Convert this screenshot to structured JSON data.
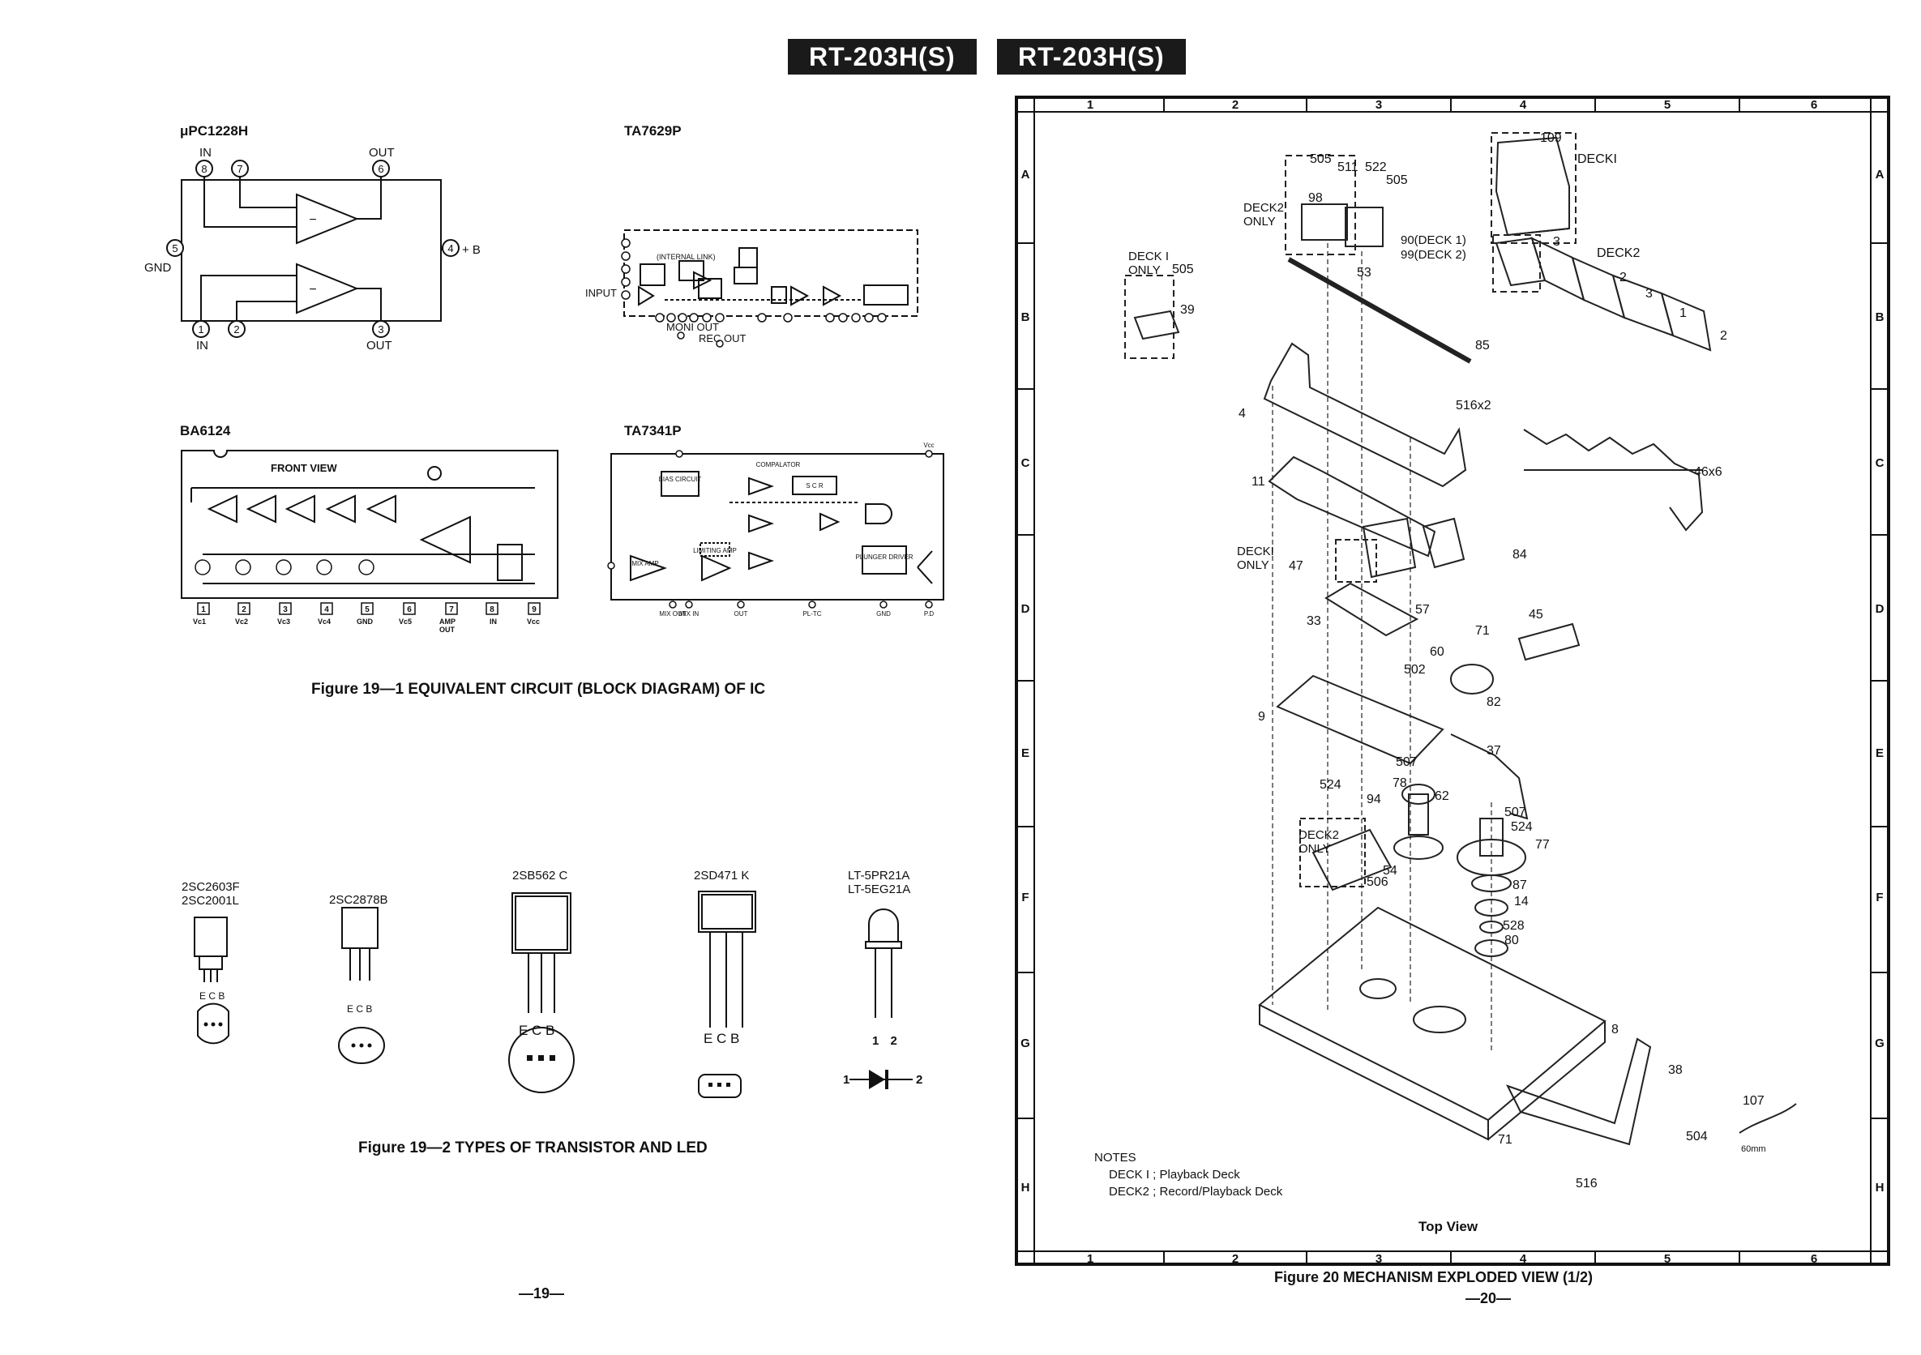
{
  "header": {
    "left_model": "RT-203H(S)",
    "right_model": "RT-203H(S)"
  },
  "left_page": {
    "ic1": {
      "name": "μPC1228H",
      "pins_top": [
        "IN",
        "OUT"
      ],
      "pin_numbers_top": [
        "8",
        "7",
        "6"
      ],
      "pin_numbers_bottom": [
        "1",
        "2",
        "3"
      ],
      "pins_bottom": [
        "IN",
        "OUT"
      ],
      "gnd_label": "GND",
      "gnd_pin": "5",
      "vplus_pin": "4",
      "vplus_label": "+ B"
    },
    "ic2": {
      "name": "TA7629P",
      "internal_label": "(INTERNAL LINK)",
      "input_label": "INPUT",
      "moni_out": "MONI OUT",
      "rec_out": "REC OUT"
    },
    "ic3": {
      "name": "BA6124",
      "front_view": "FRONT VIEW",
      "pins": [
        "Vc1",
        "Vc2",
        "Vc3",
        "Vc4",
        "GND",
        "Vc5",
        "AMP OUT",
        "IN",
        "Vcc"
      ],
      "pin_numbers": [
        "1",
        "2",
        "3",
        "4",
        "5",
        "6",
        "7",
        "8",
        "9"
      ]
    },
    "ic4": {
      "name": "TA7341P",
      "bias": "BIAS CIRCUIT",
      "comparator": "COMPALATOR",
      "scr": "S C R",
      "mix_amp": "MIX AMP",
      "limiting_amp": "LIMITING AMP",
      "plunger_driver": "PLUNGER DRIVER",
      "bottom_pins": [
        "MIX IN",
        "MIX OUT",
        "OUT",
        "PL-TC",
        "GND",
        "P.D"
      ],
      "vcc": "Vcc"
    },
    "figure1_caption": "Figure 19—1 EQUIVALENT CIRCUIT (BLOCK DIAGRAM) OF IC",
    "transistors": [
      {
        "name": "2SC2603F\n2SC2001L",
        "pins": "E C B"
      },
      {
        "name": "2SC2878B",
        "pins": "E C B"
      },
      {
        "name": "2SB562 C",
        "pins": "E C B"
      },
      {
        "name": "2SD471 K",
        "pins": "E C B"
      },
      {
        "name": "LT-5PR21A\nLT-5EG21A",
        "pins": "1 2"
      }
    ],
    "led_symbol_labels": [
      "1",
      "2"
    ],
    "figure2_caption": "Figure 19—2 TYPES OF TRANSISTOR AND LED",
    "page_number": "—19—"
  },
  "right_page": {
    "grid_columns": [
      "1",
      "2",
      "3",
      "4",
      "5",
      "6"
    ],
    "grid_rows": [
      "A",
      "B",
      "C",
      "D",
      "E",
      "F",
      "G",
      "H"
    ],
    "part_labels": [
      {
        "t": "505"
      },
      {
        "t": "511"
      },
      {
        "t": "522"
      },
      {
        "t": "505"
      },
      {
        "t": "98"
      },
      {
        "t": "DECK2\nONLY"
      },
      {
        "t": "90(DECK 1)\n99(DECK 2)"
      },
      {
        "t": "53"
      },
      {
        "t": "DECK I\nONLY"
      },
      {
        "t": "505"
      },
      {
        "t": "39"
      },
      {
        "t": "109"
      },
      {
        "t": "DECKI"
      },
      {
        "t": "3"
      },
      {
        "t": "DECK2"
      },
      {
        "t": "2"
      },
      {
        "t": "3"
      },
      {
        "t": "1"
      },
      {
        "t": "2"
      },
      {
        "t": "85"
      },
      {
        "t": "4"
      },
      {
        "t": "516x2"
      },
      {
        "t": "46x6"
      },
      {
        "t": "11"
      },
      {
        "t": "DECKI\nONLY"
      },
      {
        "t": "47"
      },
      {
        "t": "84"
      },
      {
        "t": "33"
      },
      {
        "t": "57"
      },
      {
        "t": "60"
      },
      {
        "t": "45"
      },
      {
        "t": "71"
      },
      {
        "t": "502"
      },
      {
        "t": "82"
      },
      {
        "t": "9"
      },
      {
        "t": "37"
      },
      {
        "t": "507"
      },
      {
        "t": "524"
      },
      {
        "t": "78"
      },
      {
        "t": "62"
      },
      {
        "t": "94"
      },
      {
        "t": "DECK2\nONLY"
      },
      {
        "t": "507"
      },
      {
        "t": "524"
      },
      {
        "t": "77"
      },
      {
        "t": "54"
      },
      {
        "t": "506"
      },
      {
        "t": "87"
      },
      {
        "t": "14"
      },
      {
        "t": "528"
      },
      {
        "t": "80"
      },
      {
        "t": "8"
      },
      {
        "t": "38"
      },
      {
        "t": "107"
      },
      {
        "t": "60mm"
      },
      {
        "t": "504"
      },
      {
        "t": "71"
      },
      {
        "t": "516"
      }
    ],
    "notes": {
      "title": "NOTES",
      "lines": [
        "DECK I ; Playback Deck",
        "DECK2 ; Record/Playback Deck"
      ]
    },
    "view_label": "Top View",
    "figure_caption": "Figure 20 MECHANISM EXPLODED VIEW (1/2)",
    "page_number": "—20—"
  }
}
